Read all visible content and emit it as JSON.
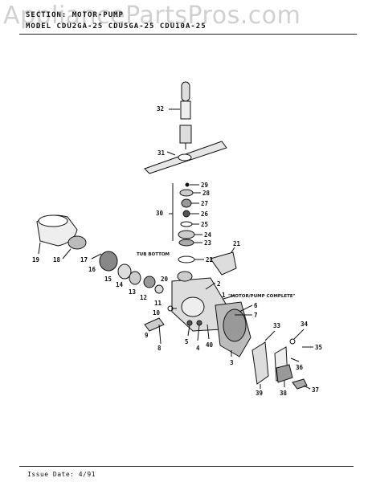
{
  "watermark": "AppliancePartsPros.com",
  "header": {
    "section": "SECTION:  MOTOR-PUMP",
    "model": "MODEL  CDU2GA-25 CDU5GA-25 CDU10A-25"
  },
  "diagram": {
    "tub_bottom_label": "TUB BOTTOM",
    "motor_pump_label": "\"MOTOR/PUMP COMPLETE\"",
    "callouts": [
      "1",
      "2",
      "3",
      "4",
      "5",
      "6",
      "7",
      "8",
      "9",
      "10",
      "11",
      "12",
      "13",
      "14",
      "15",
      "16",
      "17",
      "18",
      "19",
      "20",
      "21",
      "22",
      "23",
      "24",
      "25",
      "26",
      "27",
      "28",
      "29",
      "30",
      "31",
      "32",
      "33",
      "34",
      "35",
      "36",
      "37",
      "38",
      "39",
      "40"
    ]
  },
  "footer": {
    "issue_date": "Issue Date: 4/91"
  }
}
